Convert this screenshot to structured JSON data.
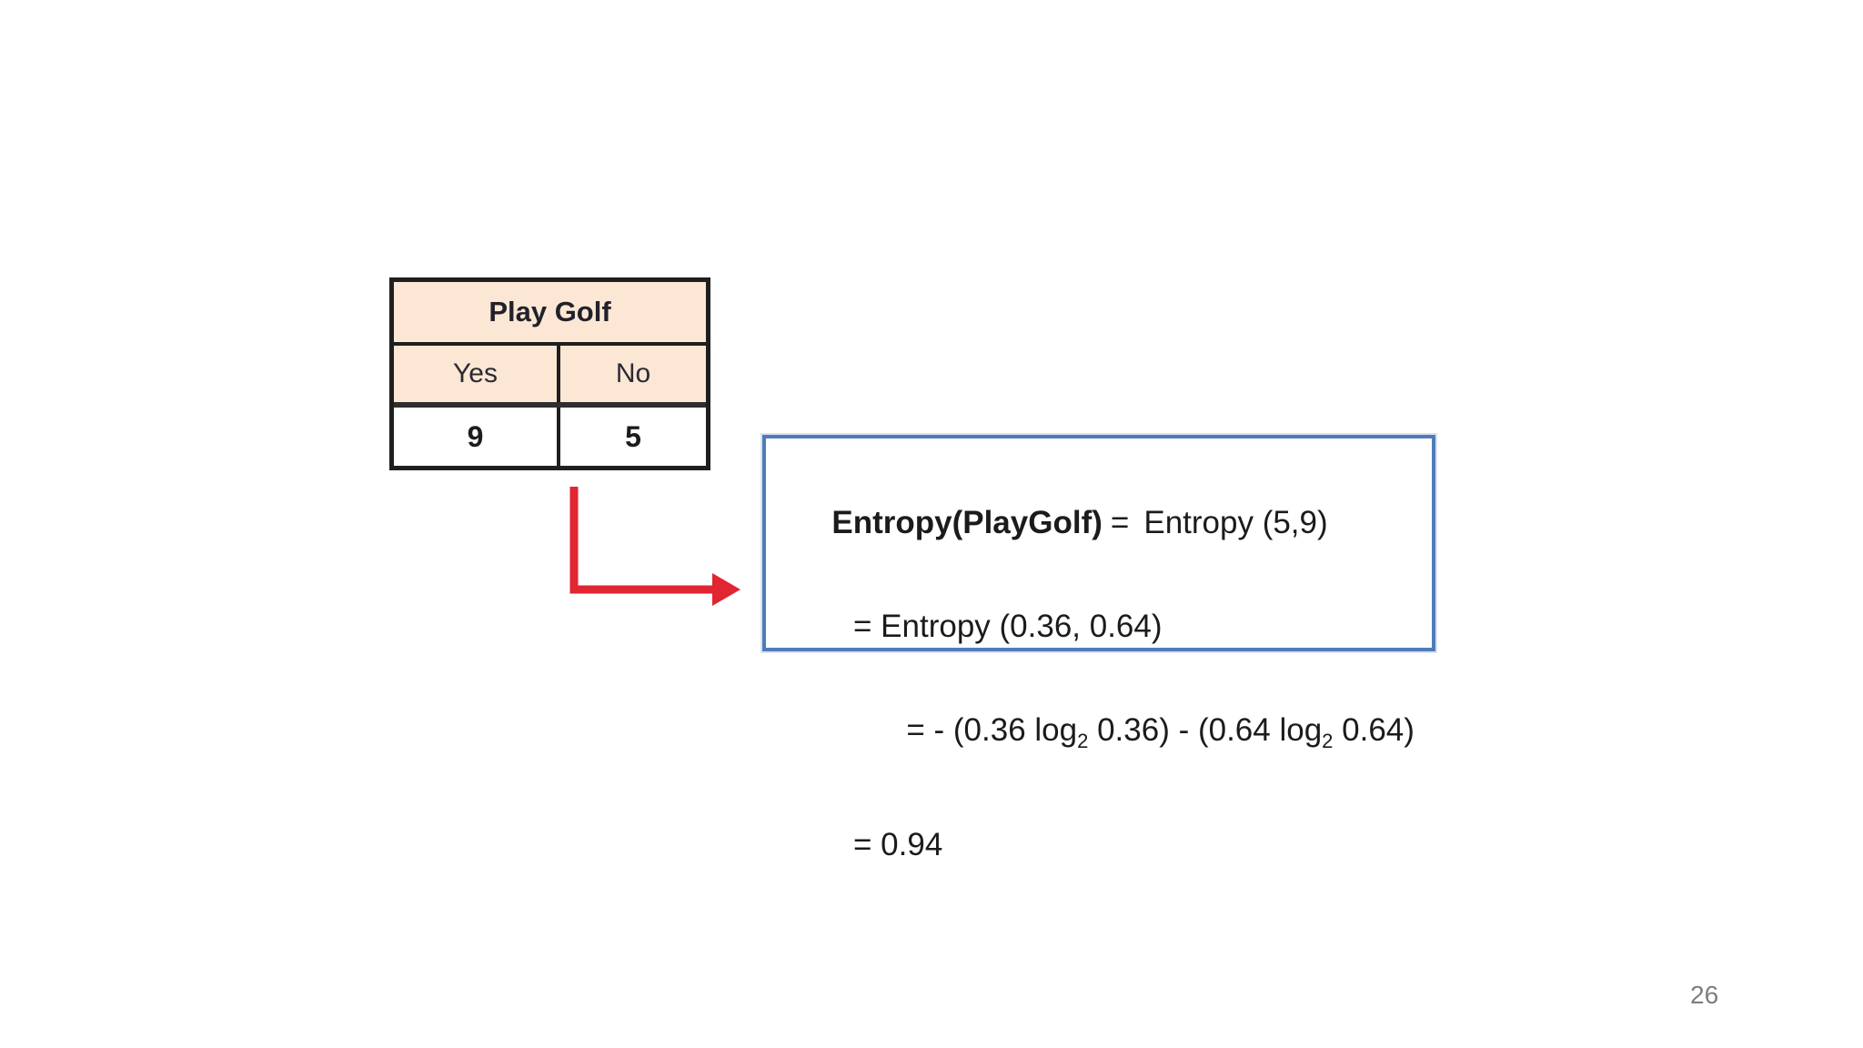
{
  "table": {
    "title": "Play Golf",
    "columns": [
      "Yes",
      "No"
    ],
    "values": [
      "9",
      "5"
    ]
  },
  "formula": {
    "line1_lhs": "Entropy(PlayGolf)",
    "line1_eq": "=",
    "line1_rhs": "Entropy (5,9)",
    "line2": "= Entropy (0.36, 0.64)",
    "line3_p1": "= - (0.36 log",
    "line3_sub1": "2",
    "line3_p2": " 0.36) - (0.64 log",
    "line3_sub2": "2",
    "line3_p3": " 0.64)",
    "line4": "= 0.94"
  },
  "page_number": "26",
  "colors": {
    "table_fill": "#fbe7d4",
    "table_border": "#1f1f1f",
    "box_border": "#4f7cb8",
    "arrow_red": "#e12531",
    "text_dark": "#1b1b1b",
    "page_number_gray": "#7e7e7e"
  }
}
